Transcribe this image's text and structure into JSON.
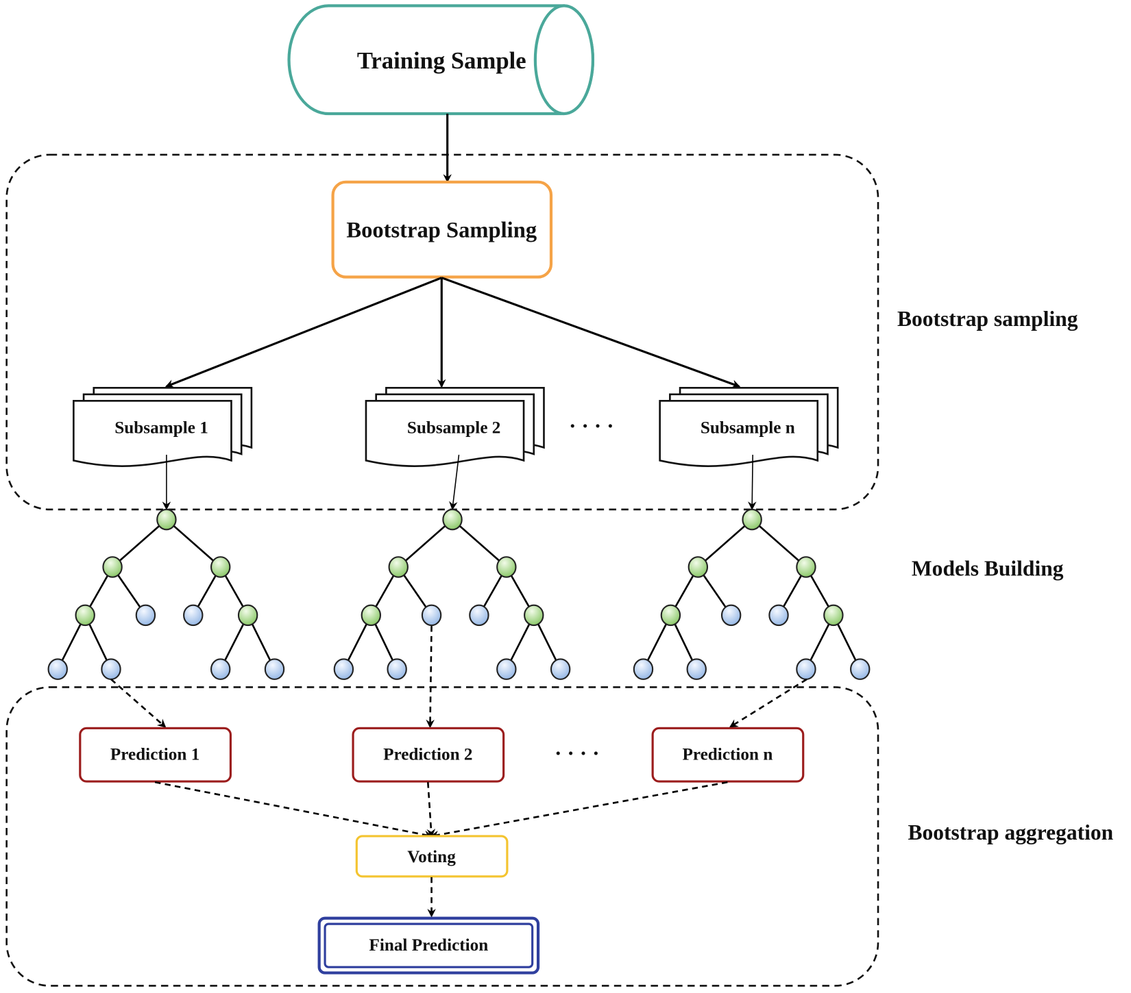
{
  "nodes": {
    "training_sample": "Training Sample",
    "bootstrap_sampling": "Bootstrap Sampling",
    "subsamples": [
      "Subsample 1",
      "Subsample 2",
      "Subsample n"
    ],
    "predictions": [
      "Prediction 1",
      "Prediction 2",
      "Prediction n"
    ],
    "voting": "Voting",
    "final_prediction": "Final Prediction",
    "ellipsis": "· · · ·"
  },
  "stages": {
    "sampling": "Bootstrap sampling",
    "models": "Models Building",
    "aggregation": "Bootstrap aggregation"
  },
  "colors": {
    "training_sample": "#4aa89a",
    "bootstrap_sampling": "#f5a347",
    "prediction": "#9b1c1c",
    "voting": "#f4c430",
    "final_prediction": "#2f3f9e",
    "internal_node": "#a8d88a",
    "leaf_node": "#b7d0f0"
  }
}
